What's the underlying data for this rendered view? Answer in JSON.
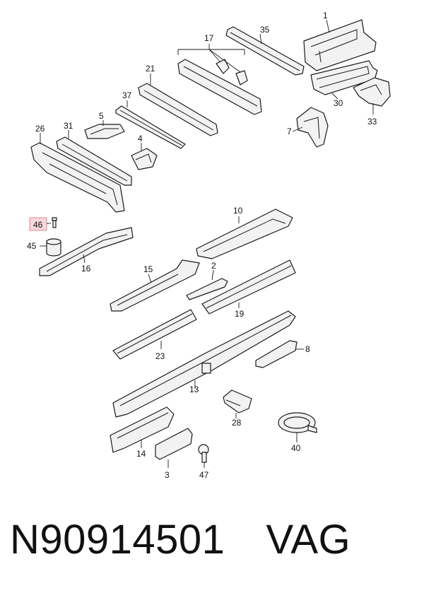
{
  "callouts": {
    "c1": "1",
    "c2": "2",
    "c3": "3",
    "c4": "4",
    "c5": "5",
    "c7": "7",
    "c8": "8",
    "c10": "10",
    "c13": "13",
    "c14": "14",
    "c15": "15",
    "c16": "16",
    "c17": "17",
    "c19": "19",
    "c21": "21",
    "c23": "23",
    "c26": "26",
    "c28": "28",
    "c30": "30",
    "c31": "31",
    "c33": "33",
    "c35": "35",
    "c37": "37",
    "c40": "40",
    "c45": "45",
    "c46": "46",
    "c47": "47"
  },
  "highlighted_callout": "46",
  "highlight_color": "#f8d7da",
  "caption": {
    "part_number": "N90914501",
    "manufacturer": "VAG"
  }
}
